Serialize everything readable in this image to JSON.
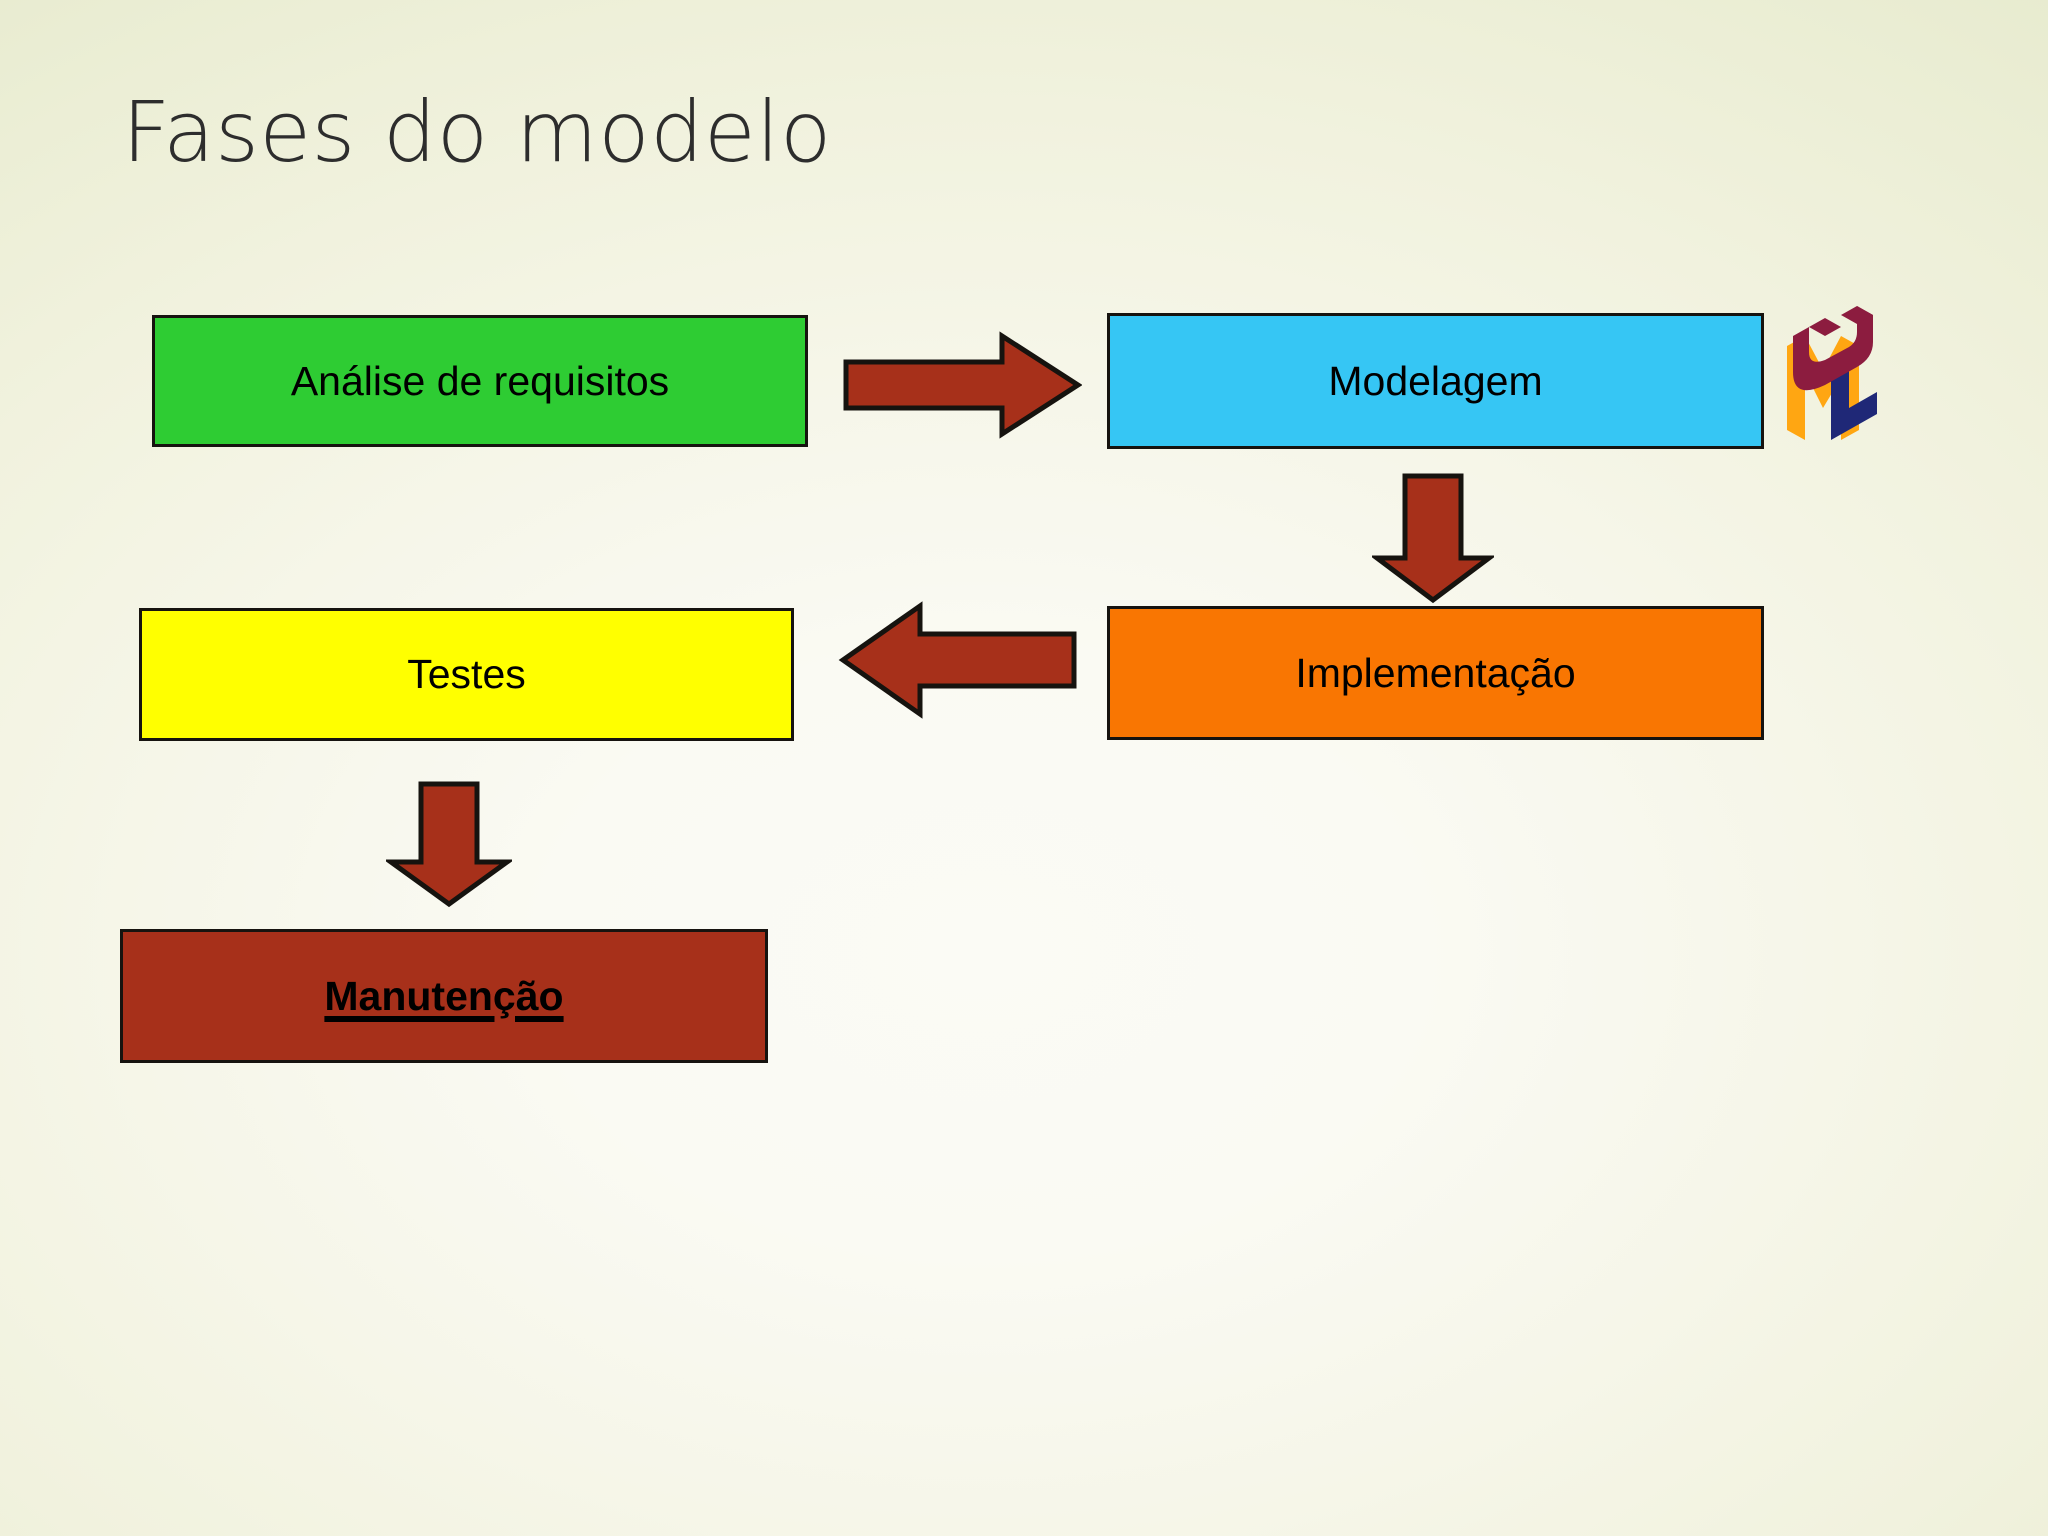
{
  "slide": {
    "title": "Fases do modelo",
    "background_edge_color": "#E0E5C6",
    "background_center_color": "#FBFBF5"
  },
  "diagram": {
    "type": "flow",
    "boxes": [
      {
        "id": "analise",
        "label": "Análise de requisitos",
        "fill": "#2ECC33",
        "border": "#16130F",
        "text_color": "#000000",
        "bold": false,
        "underline": false
      },
      {
        "id": "modelagem",
        "label": "Modelagem",
        "fill": "#36C6F4",
        "border": "#16130F",
        "text_color": "#000000",
        "bold": false,
        "underline": false
      },
      {
        "id": "implementacao",
        "label": "Implementação",
        "fill": "#F97602",
        "border": "#16130F",
        "text_color": "#000000",
        "bold": false,
        "underline": false
      },
      {
        "id": "testes",
        "label": "Testes",
        "fill": "#FFFF00",
        "border": "#16130F",
        "text_color": "#000000",
        "bold": false,
        "underline": false
      },
      {
        "id": "manutencao",
        "label": "Manutenção",
        "fill": "#A7301A",
        "border": "#16130F",
        "text_color": "#000000",
        "bold": true,
        "underline": true
      }
    ],
    "arrows": [
      {
        "id": "analise-to-modelagem",
        "direction": "right",
        "color": "#A7301A",
        "outline": "#16130F"
      },
      {
        "id": "modelagem-to-implementacao",
        "direction": "down",
        "color": "#A7301A",
        "outline": "#16130F"
      },
      {
        "id": "implementacao-to-testes",
        "direction": "left",
        "color": "#A7301A",
        "outline": "#16130F"
      },
      {
        "id": "testes-to-manutencao",
        "direction": "down",
        "color": "#A7301A",
        "outline": "#16130F"
      }
    ]
  },
  "logo": {
    "name": "uml-logo",
    "letters": [
      "U",
      "M",
      "L"
    ],
    "colors": {
      "u": "#8C1C3F",
      "m": "#FFA612",
      "l": "#1F2877"
    },
    "trademark": "®"
  }
}
